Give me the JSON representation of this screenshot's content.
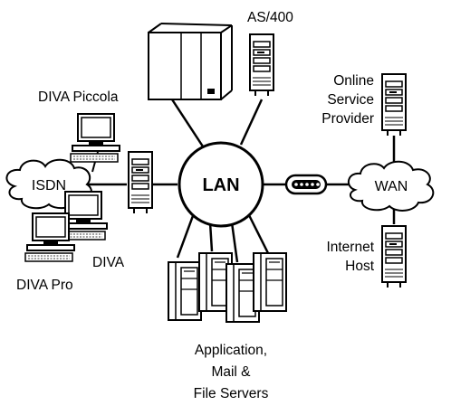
{
  "hub": {
    "label": "LAN"
  },
  "clouds": {
    "isdn": {
      "label": "ISDN"
    },
    "wan": {
      "label": "WAN"
    }
  },
  "labels": {
    "as400": "AS/400",
    "online_provider": [
      "Online",
      "Service",
      "Provider"
    ],
    "internet_host": [
      "Internet",
      "Host"
    ],
    "diva_piccola": "DIVA Piccola",
    "diva": "DIVA",
    "diva_pro": "DIVA Pro",
    "servers": [
      "Application,",
      "Mail &",
      "File Servers"
    ]
  }
}
